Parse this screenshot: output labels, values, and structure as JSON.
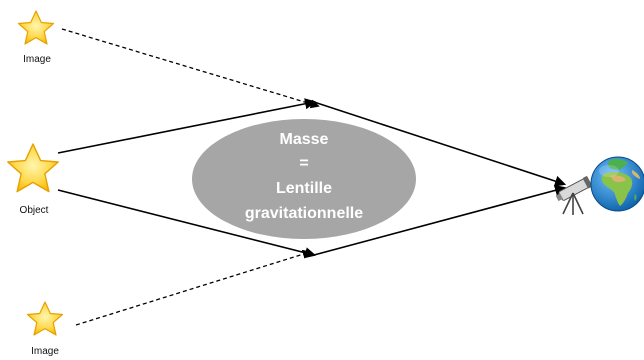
{
  "diagram": {
    "labels": {
      "image_top": "Image",
      "object": "Object",
      "image_bottom": "Image"
    },
    "lens": {
      "line1": "Masse",
      "line2": "=",
      "line3": "Lentille",
      "line4": "gravitationnelle",
      "color": "#a6a6a6"
    },
    "colors": {
      "star_fill": "#ffd84a",
      "star_stroke": "#e6a100",
      "ray": "#000000"
    },
    "icons": [
      "star-icon",
      "telescope-icon",
      "earth-globe-icon"
    ]
  }
}
